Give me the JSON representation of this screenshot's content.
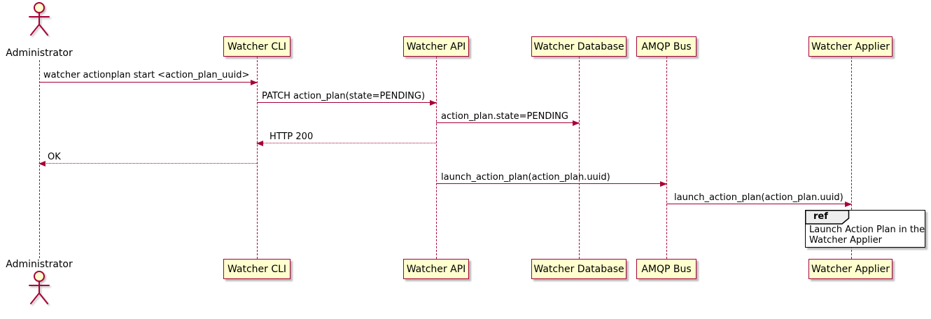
{
  "diagram_type": "sequence-diagram",
  "colors": {
    "line": "#A80036",
    "participant_fill": "#FEFECE",
    "ref_header_fill": "#EEEEEE",
    "ref_border": "#000000",
    "text": "#000000",
    "background": "#FFFFFF"
  },
  "actor": {
    "name": "Administrator"
  },
  "participants": [
    {
      "label": "Watcher CLI"
    },
    {
      "label": "Watcher API"
    },
    {
      "label": "Watcher Database"
    },
    {
      "label": "AMQP Bus"
    },
    {
      "label": "Watcher Applier"
    }
  ],
  "messages": [
    {
      "from": "Administrator",
      "to": "Watcher CLI",
      "label": "watcher actionplan start <action_plan_uuid>",
      "line": "solid",
      "direction": "right"
    },
    {
      "from": "Watcher CLI",
      "to": "Watcher API",
      "label": "PATCH action_plan(state=PENDING)",
      "line": "solid",
      "direction": "right"
    },
    {
      "from": "Watcher API",
      "to": "Watcher Database",
      "label": "action_plan.state=PENDING",
      "line": "solid",
      "direction": "right"
    },
    {
      "from": "Watcher API",
      "to": "Watcher CLI",
      "label": "HTTP 200",
      "line": "dotted",
      "direction": "left"
    },
    {
      "from": "Watcher CLI",
      "to": "Administrator",
      "label": "OK",
      "line": "dotted",
      "direction": "left"
    },
    {
      "from": "Watcher API",
      "to": "AMQP Bus",
      "label": "launch_action_plan(action_plan.uuid)",
      "line": "solid",
      "direction": "right"
    },
    {
      "from": "AMQP Bus",
      "to": "Watcher Applier",
      "label": "launch_action_plan(action_plan.uuid)",
      "line": "solid",
      "direction": "right"
    }
  ],
  "ref": {
    "keyword": "ref",
    "text_lines": [
      "Launch Action Plan in the",
      "Watcher Applier"
    ]
  }
}
